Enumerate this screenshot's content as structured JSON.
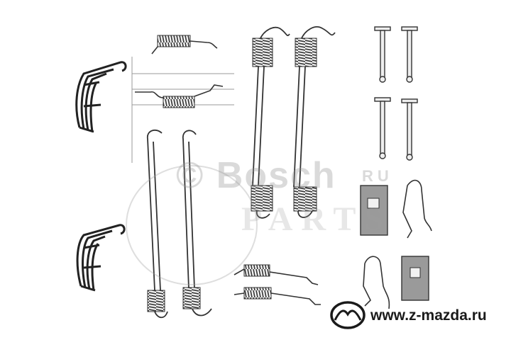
{
  "watermark": {
    "brand": "© Bosch",
    "suffix": "RU",
    "word": "PARTS"
  },
  "site": {
    "url": "www.z-mazda.ru"
  },
  "colors": {
    "metal": "#3a3a3a",
    "coil": "#555555",
    "clip": "#8a8a8a",
    "watermark": "#969696"
  },
  "icons": {
    "logo": "mazda-logo-icon"
  }
}
